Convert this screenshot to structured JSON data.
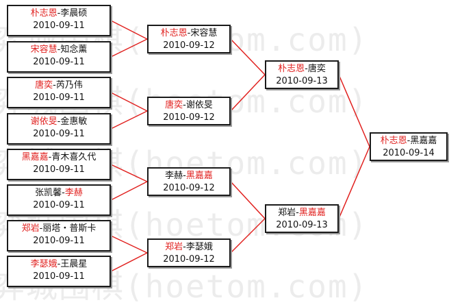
{
  "watermark_text": "弈城围棋(hoetom.com)",
  "colors": {
    "winner": "#e1211f",
    "line": "#e1211f",
    "text": "#111111"
  },
  "round1": [
    {
      "winner": "朴志恩",
      "loser": "李晨硕",
      "winner_first": true,
      "date": "2010-09-11"
    },
    {
      "winner": "宋容慧",
      "loser": "知念薰",
      "winner_first": true,
      "date": "2010-09-11"
    },
    {
      "winner": "唐奕",
      "loser": "芮乃伟",
      "winner_first": true,
      "date": "2010-09-11"
    },
    {
      "winner": "谢依旻",
      "loser": "金惠敏",
      "winner_first": true,
      "date": "2010-09-11"
    },
    {
      "winner": "黑嘉嘉",
      "loser": "青木喜久代",
      "winner_first": true,
      "date": "2010-09-11"
    },
    {
      "winner": "李赫",
      "loser": "张凯馨",
      "winner_first": false,
      "date": "2010-09-11"
    },
    {
      "winner": "郑岩",
      "loser": "丽塔・普斯卡",
      "winner_first": true,
      "date": "2010-09-11"
    },
    {
      "winner": "李瑟娥",
      "loser": "王晨星",
      "winner_first": true,
      "date": "2010-09-11"
    }
  ],
  "round2": [
    {
      "winner": "朴志恩",
      "loser": "宋容慧",
      "winner_first": true,
      "date": "2010-09-12"
    },
    {
      "winner": "唐奕",
      "loser": "谢依旻",
      "winner_first": true,
      "date": "2010-09-12"
    },
    {
      "winner": "黑嘉嘉",
      "loser": "李赫",
      "winner_first": false,
      "date": "2010-09-12"
    },
    {
      "winner": "郑岩",
      "loser": "李瑟娥",
      "winner_first": true,
      "date": "2010-09-12"
    }
  ],
  "round3": [
    {
      "winner": "朴志恩",
      "loser": "唐奕",
      "winner_first": true,
      "date": "2010-09-13"
    },
    {
      "winner": "黑嘉嘉",
      "loser": "郑岩",
      "winner_first": false,
      "date": "2010-09-13"
    }
  ],
  "final": [
    {
      "winner": "朴志恩",
      "loser": "黑嘉嘉",
      "winner_first": true,
      "date": "2010-09-14"
    }
  ]
}
